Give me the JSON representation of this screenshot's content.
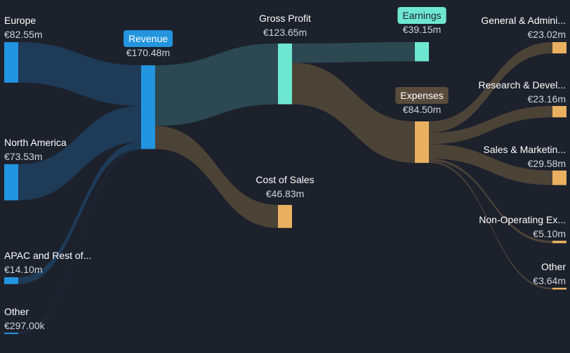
{
  "chart_data": {
    "type": "sankey",
    "currency": "€",
    "nodes": [
      {
        "id": "europe",
        "label": "Europe",
        "value_label": "€82.55m",
        "value": 82.55,
        "column": 0,
        "color": "#2394df"
      },
      {
        "id": "north_america",
        "label": "North America",
        "value_label": "€73.53m",
        "value": 73.53,
        "column": 0,
        "color": "#2394df"
      },
      {
        "id": "apac",
        "label": "APAC and Rest of...",
        "value_label": "€14.10m",
        "value": 14.1,
        "column": 0,
        "color": "#2394df"
      },
      {
        "id": "other_region",
        "label": "Other",
        "value_label": "€297.00k",
        "value": 0.297,
        "column": 0,
        "color": "#2394df"
      },
      {
        "id": "revenue",
        "label": "Revenue",
        "value_label": "€170.48m",
        "value": 170.48,
        "column": 1,
        "color": "#2394df",
        "badge": true,
        "badge_color": "#2394df",
        "badge_text_color": "#ffffff"
      },
      {
        "id": "gross_profit",
        "label": "Gross Profit",
        "value_label": "€123.65m",
        "value": 123.65,
        "column": 2,
        "color": "#6ee7d0"
      },
      {
        "id": "cost_of_sales",
        "label": "Cost of Sales",
        "value_label": "€46.83m",
        "value": 46.83,
        "column": 2,
        "color": "#e9b061"
      },
      {
        "id": "earnings",
        "label": "Earnings",
        "value_label": "€39.15m",
        "value": 39.15,
        "column": 3,
        "color": "#6ee7d0",
        "badge": true,
        "badge_color": "#6ee7d0",
        "badge_text_color": "#1c212c"
      },
      {
        "id": "expenses",
        "label": "Expenses",
        "value_label": "€84.50m",
        "value": 84.5,
        "column": 3,
        "color": "#e9b061",
        "badge": true,
        "badge_color": "#5a4c3c",
        "badge_text_color": "#ffffff"
      },
      {
        "id": "g_and_a",
        "label": "General & Admini...",
        "value_label": "€23.02m",
        "value": 23.02,
        "column": 4,
        "color": "#e9b061"
      },
      {
        "id": "r_and_d",
        "label": "Research & Devel...",
        "value_label": "€23.16m",
        "value": 23.16,
        "column": 4,
        "color": "#e9b061"
      },
      {
        "id": "s_and_m",
        "label": "Sales & Marketin...",
        "value_label": "€29.58m",
        "value": 29.58,
        "column": 4,
        "color": "#e9b061"
      },
      {
        "id": "non_operating",
        "label": "Non-Operating Ex...",
        "value_label": "€5.10m",
        "value": 5.1,
        "column": 4,
        "color": "#e9b061"
      },
      {
        "id": "other_expense",
        "label": "Other",
        "value_label": "€3.64m",
        "value": 3.64,
        "column": 4,
        "color": "#e9b061"
      }
    ],
    "links": [
      {
        "source": "europe",
        "target": "revenue",
        "value": 82.55,
        "color": "#1f3d5b"
      },
      {
        "source": "north_america",
        "target": "revenue",
        "value": 73.53,
        "color": "#1f3d5b"
      },
      {
        "source": "apac",
        "target": "revenue",
        "value": 14.1,
        "color": "#1f3d5b"
      },
      {
        "source": "other_region",
        "target": "revenue",
        "value": 0.297,
        "color": "#1f3d5b"
      },
      {
        "source": "revenue",
        "target": "gross_profit",
        "value": 123.65,
        "color": "#2c4b55"
      },
      {
        "source": "revenue",
        "target": "cost_of_sales",
        "value": 46.83,
        "color": "#4f4638"
      },
      {
        "source": "gross_profit",
        "target": "earnings",
        "value": 39.15,
        "color": "#2c4b55"
      },
      {
        "source": "gross_profit",
        "target": "expenses",
        "value": 84.5,
        "color": "#4f4638"
      },
      {
        "source": "expenses",
        "target": "g_and_a",
        "value": 23.02,
        "color": "#4f4638"
      },
      {
        "source": "expenses",
        "target": "r_and_d",
        "value": 23.16,
        "color": "#4f4638"
      },
      {
        "source": "expenses",
        "target": "s_and_m",
        "value": 29.58,
        "color": "#4f4638"
      },
      {
        "source": "expenses",
        "target": "non_operating",
        "value": 5.1,
        "color": "#4f4638"
      },
      {
        "source": "expenses",
        "target": "other_expense",
        "value": 3.64,
        "color": "#4f4638"
      }
    ],
    "background": "#1c212c"
  }
}
